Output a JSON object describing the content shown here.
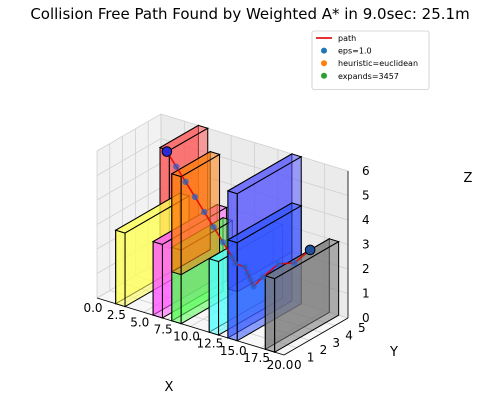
{
  "chart_data": {
    "type": "line3d",
    "title": "Collision Free Path Found by Weighted A* in 9.0sec: 25.1m",
    "xlabel": "X",
    "ylabel": "Y",
    "zlabel": "Z",
    "xlim": [
      0,
      20
    ],
    "ylim": [
      0,
      5
    ],
    "zlim": [
      0,
      6
    ],
    "x_ticks": [
      "0.0",
      "2.5",
      "5.0",
      "7.5",
      "10.0",
      "12.5",
      "15.0",
      "17.5",
      "20.0"
    ],
    "y_ticks": [
      "0",
      "1",
      "2",
      "3",
      "4",
      "5"
    ],
    "z_ticks": [
      "0",
      "1",
      "2",
      "3",
      "4",
      "5",
      "6"
    ],
    "grid": true,
    "legend": {
      "placement": "top-right",
      "entries": [
        {
          "label": "path",
          "kind": "line",
          "color": "#e00000"
        },
        {
          "label": "eps=1.0",
          "kind": "marker",
          "color": "#1f77b4"
        },
        {
          "label": "heuristic=euclidean",
          "kind": "marker",
          "color": "#ff7f0e"
        },
        {
          "label": "expands=3457",
          "kind": "marker",
          "color": "#2ca02c"
        }
      ]
    },
    "start": {
      "x": 2,
      "y": 4,
      "z": 5
    },
    "goal": {
      "x": 18,
      "y": 3.5,
      "z": 3
    },
    "obstacles": [
      {
        "x": [
          2,
          3
        ],
        "y": [
          0,
          5
        ],
        "z": [
          0,
          3
        ],
        "color": "#ffff55"
      },
      {
        "x": [
          4,
          5
        ],
        "y": [
          2,
          5
        ],
        "z": [
          2,
          6
        ],
        "color": "#ff5555"
      },
      {
        "x": [
          6,
          7
        ],
        "y": [
          0,
          5
        ],
        "z": [
          0,
          3
        ],
        "color": "#ff55ff"
      },
      {
        "x": [
          8,
          9
        ],
        "y": [
          0,
          3
        ],
        "z": [
          2,
          6
        ],
        "color": "#ff7f0e"
      },
      {
        "x": [
          8,
          9
        ],
        "y": [
          0,
          4
        ],
        "z": [
          0,
          3
        ],
        "color": "#55ff55"
      },
      {
        "x": [
          12,
          13
        ],
        "y": [
          0,
          5
        ],
        "z": [
          0,
          3
        ],
        "color": "#55ffff"
      },
      {
        "x": [
          14,
          15
        ],
        "y": [
          0,
          5
        ],
        "z": [
          2,
          6
        ],
        "color": "#5555ff"
      },
      {
        "x": [
          14,
          15
        ],
        "y": [
          0,
          5
        ],
        "z": [
          0,
          4
        ],
        "color": "#3355ff"
      },
      {
        "x": [
          18,
          19
        ],
        "y": [
          0,
          5
        ],
        "z": [
          0,
          3
        ],
        "color": "#777777"
      }
    ],
    "path": [
      {
        "x": 2,
        "y": 4,
        "z": 5
      },
      {
        "x": 3,
        "y": 4,
        "z": 4.5
      },
      {
        "x": 4,
        "y": 4,
        "z": 4
      },
      {
        "x": 5,
        "y": 4,
        "z": 3.5
      },
      {
        "x": 6,
        "y": 4,
        "z": 3
      },
      {
        "x": 7,
        "y": 4,
        "z": 2.5
      },
      {
        "x": 8,
        "y": 4,
        "z": 2
      },
      {
        "x": 9,
        "y": 4,
        "z": 1.5
      },
      {
        "x": 10,
        "y": 3.5,
        "z": 1.5
      },
      {
        "x": 11,
        "y": 3.5,
        "z": 1.5
      },
      {
        "x": 12,
        "y": 3,
        "z": 1.5
      },
      {
        "x": 13,
        "y": 2.5,
        "z": 1.5
      },
      {
        "x": 14,
        "y": 2,
        "z": 1.5
      },
      {
        "x": 15,
        "y": 2,
        "z": 2
      },
      {
        "x": 16,
        "y": 2.5,
        "z": 2.5
      },
      {
        "x": 17,
        "y": 3,
        "z": 2.5
      },
      {
        "x": 18,
        "y": 3.5,
        "z": 3
      }
    ]
  }
}
